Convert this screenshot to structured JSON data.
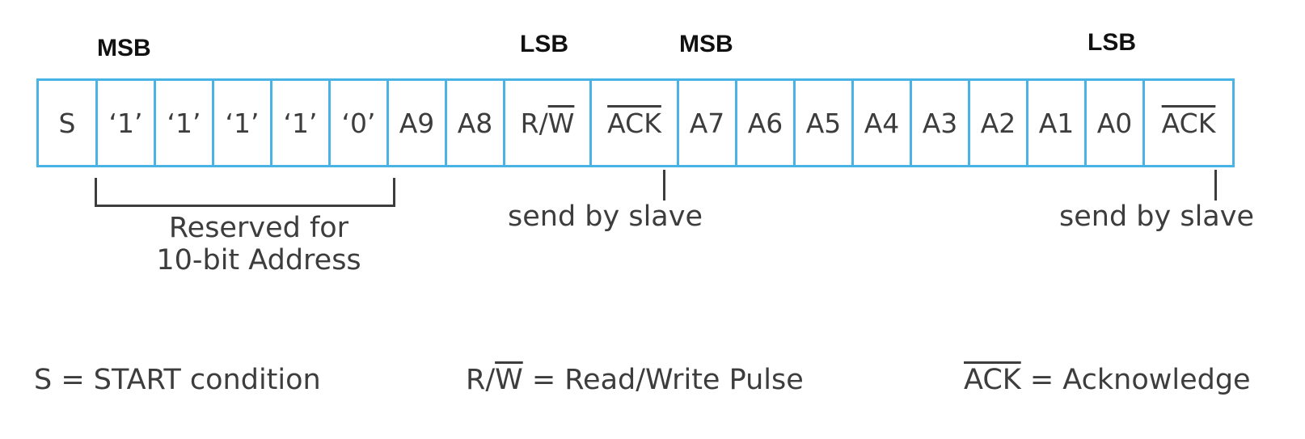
{
  "labels": {
    "msb_1": "MSB",
    "lsb_1": "LSB",
    "msb_2": "MSB",
    "lsb_2": "LSB"
  },
  "cells": [
    {
      "text": "S",
      "overline": false
    },
    {
      "text": "‘1’",
      "overline": false
    },
    {
      "text": "‘1’",
      "overline": false
    },
    {
      "text": "‘1’",
      "overline": false
    },
    {
      "text": "‘1’",
      "overline": false
    },
    {
      "text": "‘0’",
      "overline": false
    },
    {
      "text": "A9",
      "overline": false
    },
    {
      "text": "A8",
      "overline": false
    },
    {
      "prefix": "R/",
      "text": "W",
      "overline": true
    },
    {
      "text": "ACK",
      "overline": true
    },
    {
      "text": "A7",
      "overline": false
    },
    {
      "text": "A6",
      "overline": false
    },
    {
      "text": "A5",
      "overline": false
    },
    {
      "text": "A4",
      "overline": false
    },
    {
      "text": "A3",
      "overline": false
    },
    {
      "text": "A2",
      "overline": false
    },
    {
      "text": "A1",
      "overline": false
    },
    {
      "text": "A0",
      "overline": false
    },
    {
      "text": "ACK",
      "overline": true
    }
  ],
  "notes": {
    "reserved_line1": "Reserved for",
    "reserved_line2": "10-bit Address",
    "send_by_slave_1": "send by slave",
    "send_by_slave_2": "send by slave"
  },
  "legend": {
    "start_text": "S = START condition",
    "rw_prefix": "R/",
    "rw_overline": "W",
    "rw_text": " = Read/Write Pulse",
    "ack_overline": "ACK",
    "ack_text": " = Acknowledge"
  }
}
